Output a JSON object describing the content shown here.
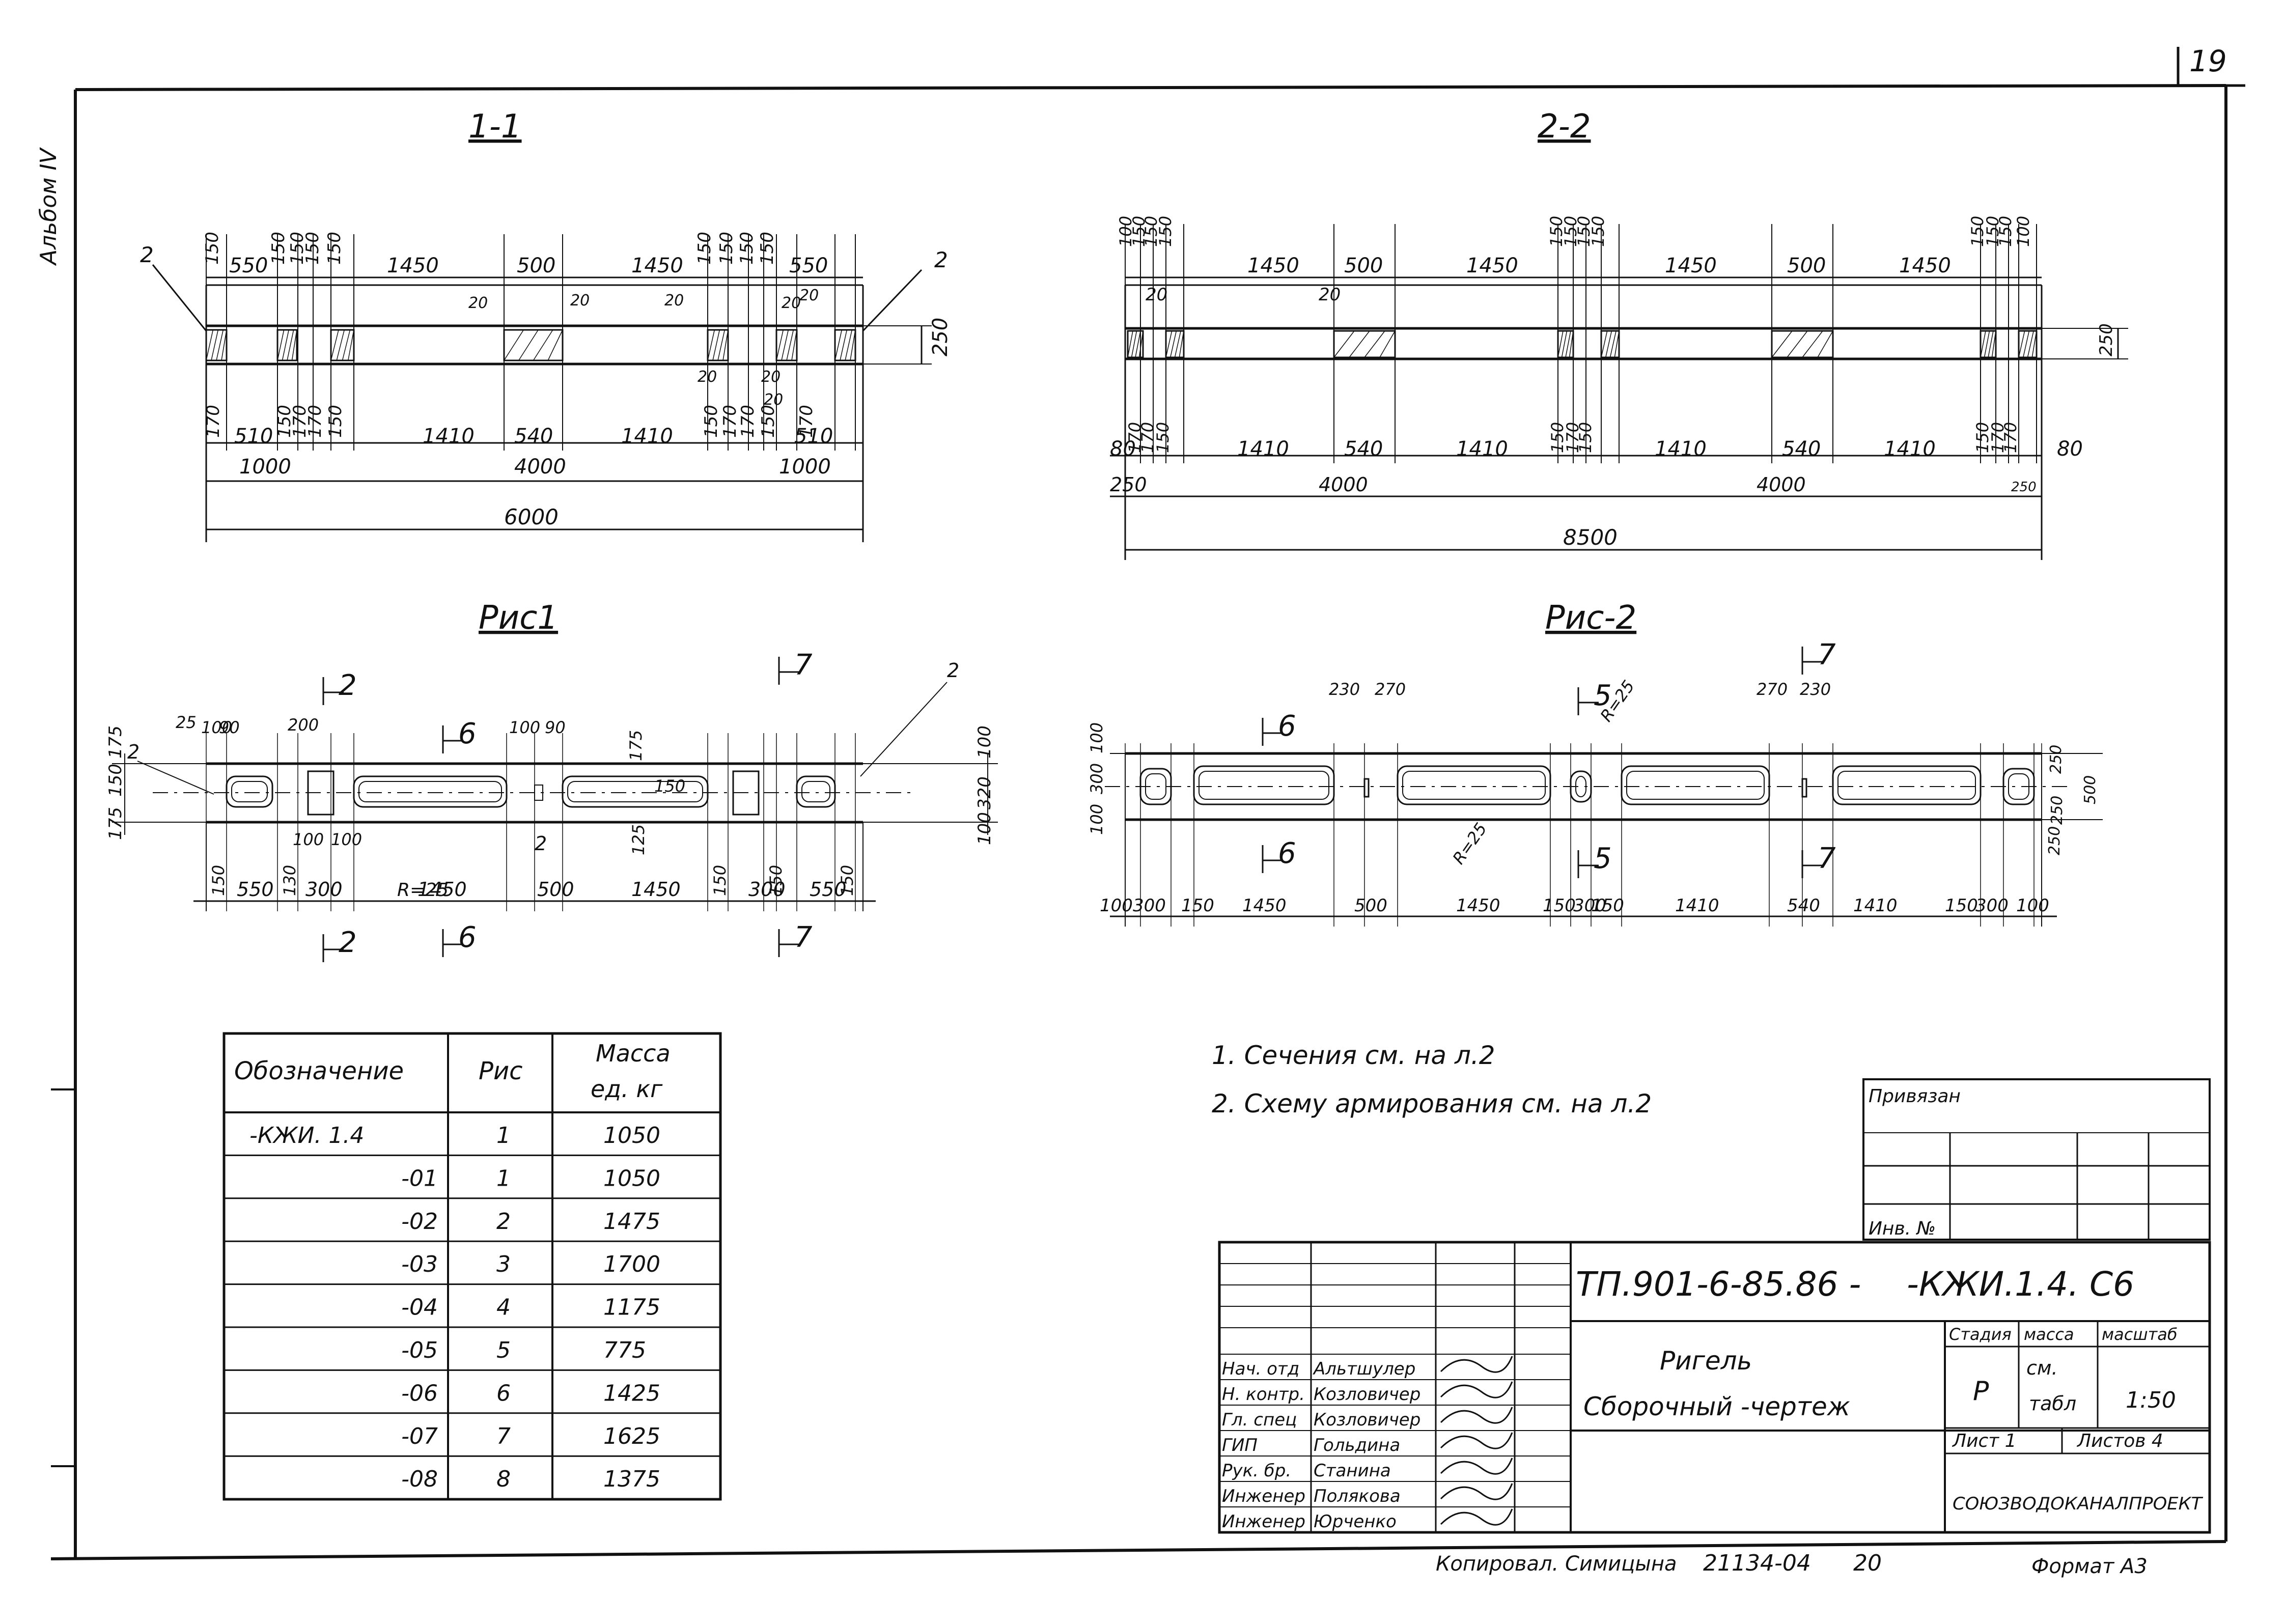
{
  "sheet_number": "19",
  "album_label": "Альбом IV",
  "views": {
    "sec1": {
      "title": "1-1",
      "pos": "2",
      "upper_dims": [
        "550",
        "1450",
        "500",
        "1450",
        "550"
      ],
      "vertical_upper": [
        "150",
        "150",
        "150",
        "150",
        "150",
        "150",
        "150",
        "150",
        "150"
      ],
      "small_dims": [
        "20",
        "20",
        "20",
        "20",
        "20",
        "20",
        "20",
        "20"
      ],
      "lower_dims": [
        "510",
        "1410",
        "540",
        "1410",
        "510"
      ],
      "vertical_lower": [
        "170",
        "150",
        "170",
        "170",
        "150",
        "150",
        "170",
        "170",
        "150",
        "170"
      ],
      "height": "250",
      "mid_dims": [
        "1000",
        "4000",
        "1000"
      ],
      "total": "6000"
    },
    "sec2": {
      "title": "2-2",
      "upper_dims": [
        "1450",
        "500",
        "1450",
        "1450",
        "500",
        "1450"
      ],
      "vertical_upper": [
        "100",
        "150",
        "150",
        "150",
        "150",
        "150",
        "150",
        "150",
        "150",
        "150",
        "150",
        "100"
      ],
      "small_dims": [
        "20",
        "20"
      ],
      "lower_dims": [
        "80",
        "1410",
        "540",
        "1410",
        "1410",
        "540",
        "1410",
        "80"
      ],
      "vertical_lower": [
        "170",
        "170",
        "150",
        "150",
        "170",
        "150",
        "150",
        "170",
        "170"
      ],
      "height": "250",
      "mid_dims": [
        "250",
        "4000",
        "4000",
        "250"
      ],
      "total": "8500"
    },
    "fig1": {
      "title": "Рис1",
      "pos": [
        "2",
        "2",
        "2"
      ],
      "cuts": [
        "2",
        "6",
        "7",
        "2",
        "6",
        "7"
      ],
      "top_dims": [
        "25",
        "100",
        "90",
        "200",
        "100",
        "90"
      ],
      "left_dims": [
        "175",
        "150",
        "175"
      ],
      "right_dims": [
        "100",
        "320",
        "100"
      ],
      "inner_dims": [
        "175",
        "150",
        "125",
        "100",
        "100"
      ],
      "radius": "R=25",
      "bottom_vert": [
        "150",
        "130",
        "150",
        "150",
        "150"
      ],
      "bottom_dims": [
        "550",
        "300",
        "1450",
        "500",
        "1450",
        "300",
        "550"
      ]
    },
    "fig2": {
      "title": "Рис-2",
      "cuts": [
        "6",
        "5",
        "7",
        "6",
        "5",
        "7"
      ],
      "top_dims": [
        "230",
        "270",
        "270",
        "230"
      ],
      "left_dims": [
        "100",
        "300",
        "100"
      ],
      "right_dims": [
        "250",
        "250",
        "250",
        "500"
      ],
      "radius": [
        "R=25",
        "R=25"
      ],
      "bottom_dims": [
        "100",
        "300",
        "150",
        "1450",
        "500",
        "1450",
        "150",
        "300",
        "150",
        "1410",
        "540",
        "1410",
        "150",
        "300",
        "100"
      ]
    }
  },
  "spec_table": {
    "headers": [
      "Обозначение",
      "Рис",
      "Масса ед. кг"
    ],
    "rows": [
      [
        "-КЖИ. 1.4",
        "1",
        "1050"
      ],
      [
        "-01",
        "1",
        "1050"
      ],
      [
        "-02",
        "2",
        "1475"
      ],
      [
        "-03",
        "3",
        "1700"
      ],
      [
        "-04",
        "4",
        "1175"
      ],
      [
        "-05",
        "5",
        "775"
      ],
      [
        "-06",
        "6",
        "1425"
      ],
      [
        "-07",
        "7",
        "1625"
      ],
      [
        "-08",
        "8",
        "1375"
      ]
    ]
  },
  "notes": [
    "1. Сечения см. на л.2",
    "2. Схему армирования см. на л.2"
  ],
  "stamp": {
    "privyazan": "Привязан",
    "inv": "Инв. №",
    "code": "ТП.901-6-85.86 -",
    "code2": "-КЖИ.1.4.  С6",
    "title_line1": "Ригель",
    "title_line2": "Сборочный -чертеж",
    "head": [
      "Стадия",
      "масса",
      "масштаб"
    ],
    "stage": "Р",
    "mass_line1": "см.",
    "mass_line2": "табл",
    "scale": "1:50",
    "list": "Лист 1",
    "listov": "Листов 4",
    "org": "СОЮЗВОДОКАНАЛПРОЕКТ",
    "signatures": [
      [
        "Нач. отд",
        "Альтшулер"
      ],
      [
        "Н. контр.",
        "Козловичер"
      ],
      [
        "Гл. спец",
        "Козловичер"
      ],
      [
        "ГИП",
        "Гольдина"
      ],
      [
        "Рук. бр.",
        "Станина"
      ],
      [
        "Инженер",
        "Полякова"
      ],
      [
        "Инженер",
        "Юрченко"
      ]
    ]
  },
  "footer": {
    "copied": "Копировал. Симицына",
    "num": "21134-04",
    "n20": "20",
    "format": "Формат А3"
  }
}
